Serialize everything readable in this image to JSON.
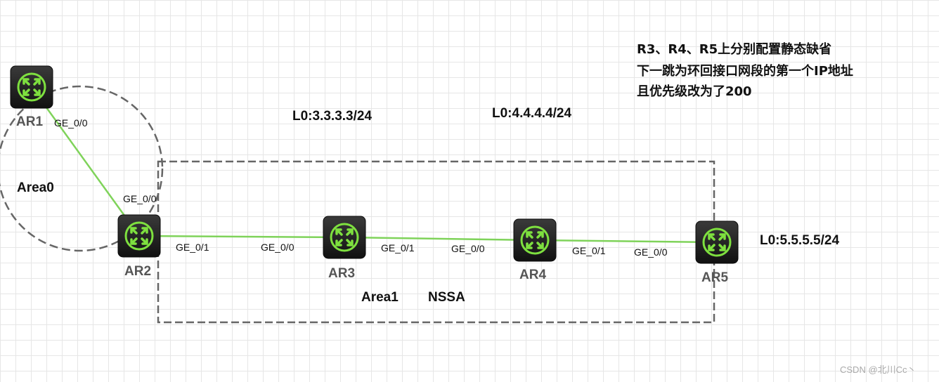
{
  "routers": [
    {
      "id": "ar1",
      "name": "AR1"
    },
    {
      "id": "ar2",
      "name": "AR2"
    },
    {
      "id": "ar3",
      "name": "AR3"
    },
    {
      "id": "ar4",
      "name": "AR4"
    },
    {
      "id": "ar5",
      "name": "AR5"
    }
  ],
  "ports": {
    "ar1_ge00": "GE_0/0",
    "ar2_ge00": "GE_0/0",
    "ar2_ge01": "GE_0/1",
    "ar3_ge00": "GE_0/0",
    "ar3_ge01": "GE_0/1",
    "ar4_ge00": "GE_0/0",
    "ar4_ge01": "GE_0/1",
    "ar5_ge00": "GE_0/0"
  },
  "areas": {
    "area0": "Area0",
    "area1": "Area1",
    "nssa": "NSSA"
  },
  "loopbacks": {
    "ar3": "L0:3.3.3.3/24",
    "ar4": "L0:4.4.4.4/24",
    "ar5": "L0:5.5.5.5/24"
  },
  "note": [
    "R3、R4、R5上分别配置静态缺省",
    "下一跳为环回接口网段的第一个IP地址",
    "且优先级改为了200"
  ],
  "watermark": "CSDN @北川Cc丶",
  "colors": {
    "link": "#7fd35a",
    "router_body": "#1e1e1e",
    "router_accent": "#7ee03f",
    "boundary": "#666666"
  }
}
